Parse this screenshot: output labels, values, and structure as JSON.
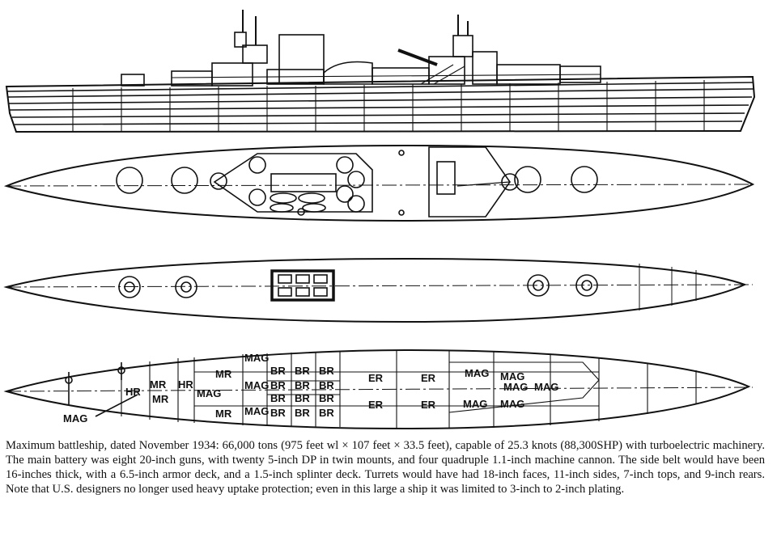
{
  "caption": "Maximum battleship, dated November 1934: 66,000 tons (975 feet wl × 107 feet × 33.5 feet), capable of 25.3 knots (88,300SHP) with turboelectric machinery. The main battery was eight 20-inch guns, with twenty 5-inch DP in twin mounts, and four quadruple 1.1-inch machine cannon. The side belt would have been 16-inches thick, with a 6.5-inch armor deck, and a 1.5-inch splinter deck. Turrets would have had 18-inch faces, 11-inch sides, 7-inch tops, and 9-inch rears. Note that U.S. designers no longer used heavy uptake protection; even in this large a ship it was limited to 3-inch to 2-inch plating.",
  "compartments": {
    "mag_outside": "MAG",
    "hr1": "HR",
    "hr2": "HR",
    "mr1": "MR",
    "mr2": "MR",
    "mr3": "MR",
    "mr4": "MR",
    "mag1": "MAG",
    "mag2": "MAG",
    "mag3": "MAG",
    "mag4": "MAG",
    "br1": "BR",
    "br2": "BR",
    "br3": "BR",
    "br4": "BR",
    "br5": "BR",
    "br6": "BR",
    "br7": "BR",
    "br8": "BR",
    "br9": "BR",
    "br10": "BR",
    "br11": "BR",
    "br12": "BR",
    "er1": "ER",
    "er2": "ER",
    "er3": "ER",
    "er4": "ER",
    "mag5": "MAG",
    "mag6": "MAG",
    "mag7": "MAG",
    "mag8": "MAG",
    "mag9": "MAG",
    "mag10": "MAG"
  }
}
